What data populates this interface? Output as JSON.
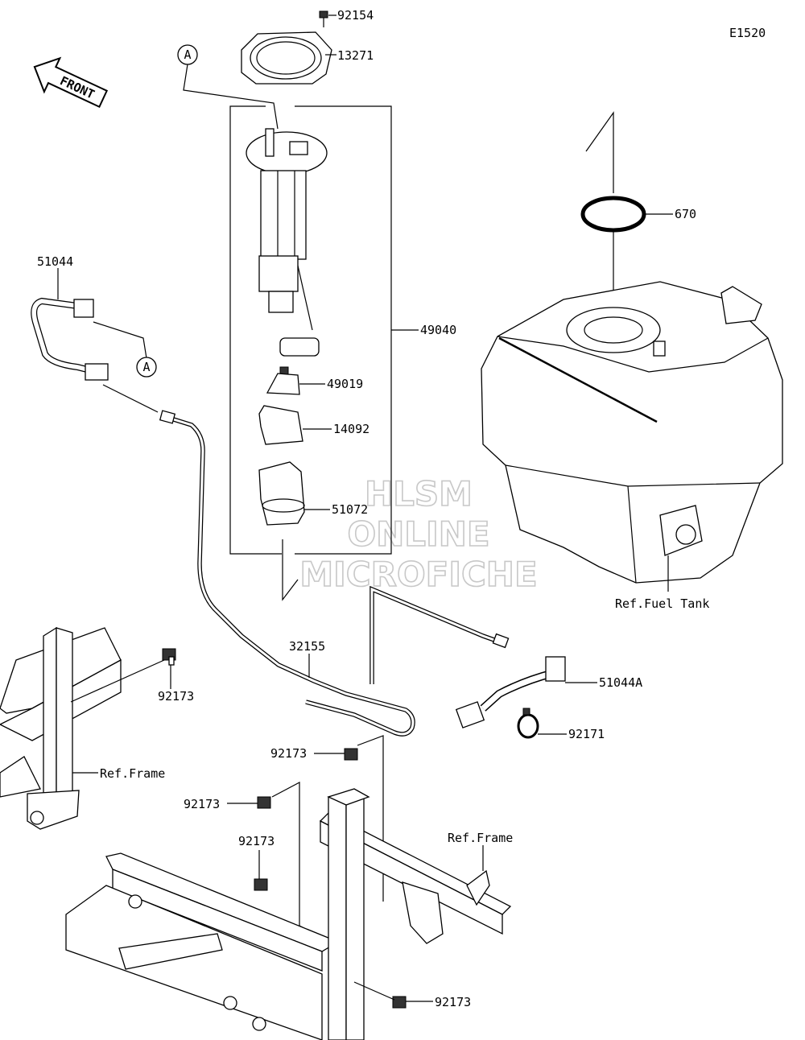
{
  "diagram_code": "E1520",
  "front_label": "FRONT",
  "watermark": [
    "HLSM",
    "ONLINE",
    "MICROFICHE"
  ],
  "callouts": {
    "a_top": "A",
    "a_left": "A"
  },
  "parts": {
    "p92154": "92154",
    "p13271": "13271",
    "p49040": "49040",
    "p49019": "49019",
    "p14092": "14092",
    "p51072": "51072",
    "p670": "670",
    "p51044": "51044",
    "p32155": "32155",
    "p51044A": "51044A",
    "p92171": "92171",
    "p92173_a": "92173",
    "p92173_b": "92173",
    "p92173_c": "92173",
    "p92173_d": "92173",
    "p92173_e": "92173"
  },
  "refs": {
    "fuel_tank": "Ref.Fuel Tank",
    "frame_left": "Ref.Frame",
    "frame_right": "Ref.Frame"
  }
}
